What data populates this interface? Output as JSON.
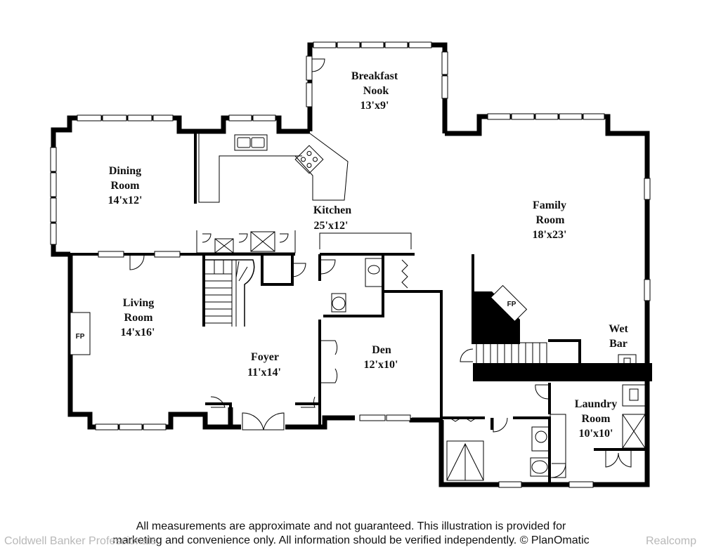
{
  "rooms": {
    "breakfast": {
      "line1": "Breakfast",
      "line2": "Nook",
      "dims": "13'x9'"
    },
    "dining": {
      "line1": "Dining",
      "line2": "Room",
      "dims": "14'x12'"
    },
    "kitchen": {
      "line1": "Kitchen",
      "dims": "25'x12'"
    },
    "family": {
      "line1": "Family",
      "line2": "Room",
      "dims": "18'x23'"
    },
    "living": {
      "line1": "Living",
      "line2": "Room",
      "dims": "14'x16'"
    },
    "foyer": {
      "line1": "Foyer",
      "dims": "11'x14'"
    },
    "den": {
      "line1": "Den",
      "dims": "12'x10'"
    },
    "wetbar": {
      "line1": "Wet",
      "line2": "Bar"
    },
    "laundry": {
      "line1": "Laundry",
      "line2": "Room",
      "dims": "10'x10'"
    }
  },
  "fireplace_living": "FP",
  "fireplace_family": "FP",
  "disclaimer": {
    "line1": "All measurements are approximate and not guaranteed. This illustration is provided for",
    "line2": "marketing and convenience only. All information should be verified independently. © PlanOmatic"
  },
  "watermark": {
    "left": "Coldwell Banker Professionals",
    "right": "Realcomp"
  }
}
